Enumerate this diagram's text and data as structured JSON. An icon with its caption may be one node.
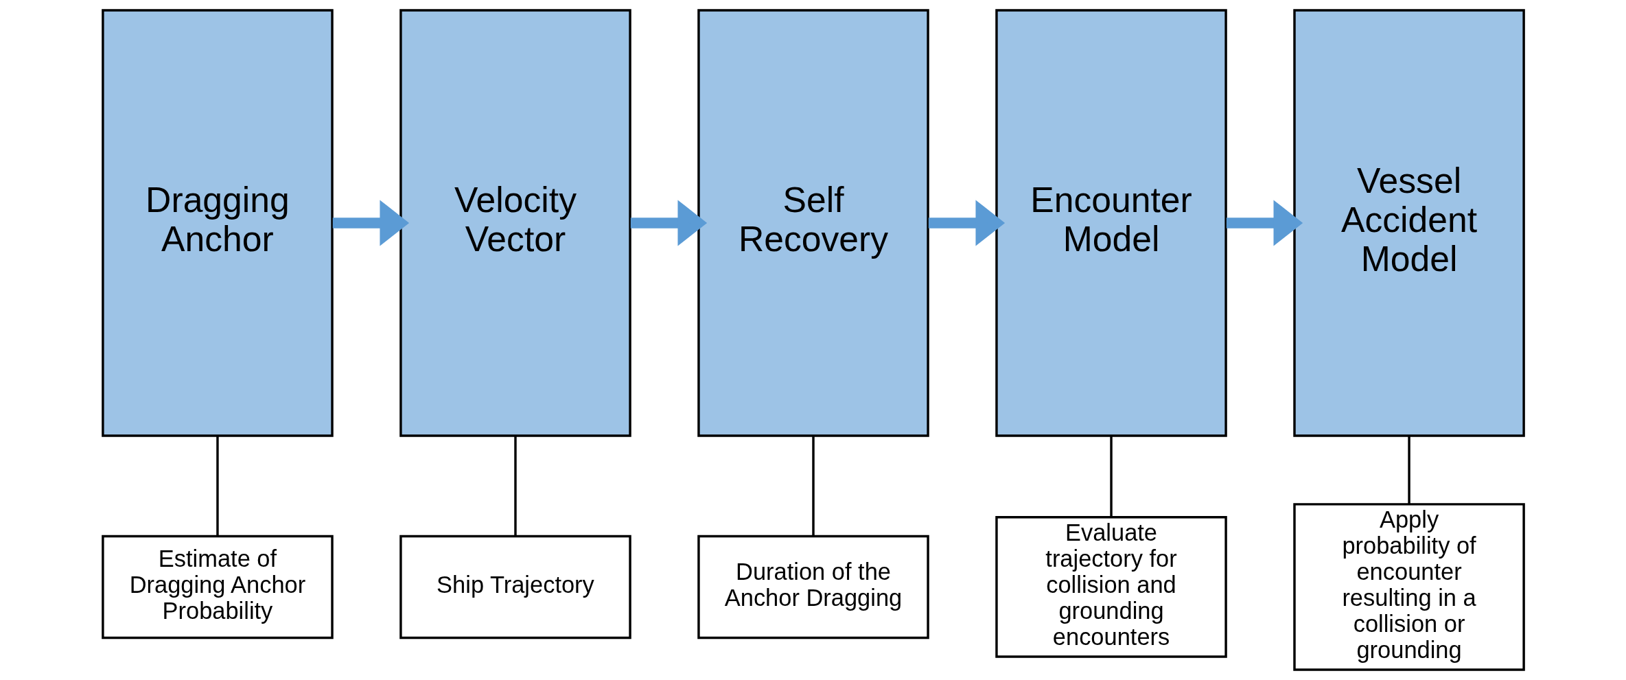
{
  "diagram": {
    "nodes": [
      {
        "text": [
          "Dragging Anchor"
        ]
      },
      {
        "text": [
          "Velocity Vector"
        ]
      },
      {
        "text": [
          "Self Recovery"
        ]
      },
      {
        "text": [
          "Encounter Model"
        ]
      },
      {
        "text": [
          "Vessel Accident Model"
        ]
      },
      {
        "text": [
          "Estimate of Dragging Anchor Probability"
        ]
      },
      {
        "text": [
          "Ship Trajectory"
        ]
      },
      {
        "text": [
          "Duration of the Anchor Dragging"
        ]
      },
      {
        "text": [
          "Evaluate trajectory for collision and grounding encounters"
        ]
      },
      {
        "text": [
          "Apply probability of encounter resulting in a collision or grounding"
        ]
      }
    ],
    "edges": [
      {
        "from": 0,
        "to": 1,
        "arrow": "to",
        "style": "thick",
        "color": "#5b9bd5"
      },
      {
        "from": 1,
        "to": 2,
        "arrow": "to",
        "style": "thick",
        "color": "#5b9bd5"
      },
      {
        "from": 2,
        "to": 3,
        "arrow": "to",
        "style": "thick",
        "color": "#5b9bd5"
      },
      {
        "from": 3,
        "to": 4,
        "arrow": "to",
        "style": "thick",
        "color": "#5b9bd5"
      },
      {
        "from": 0,
        "to": 5,
        "arrow": "none"
      },
      {
        "from": 1,
        "to": 6,
        "arrow": "none"
      },
      {
        "from": 2,
        "to": 7,
        "arrow": "none"
      },
      {
        "from": 3,
        "to": 8,
        "arrow": "none"
      },
      {
        "from": 4,
        "to": 9,
        "arrow": "none"
      }
    ]
  }
}
